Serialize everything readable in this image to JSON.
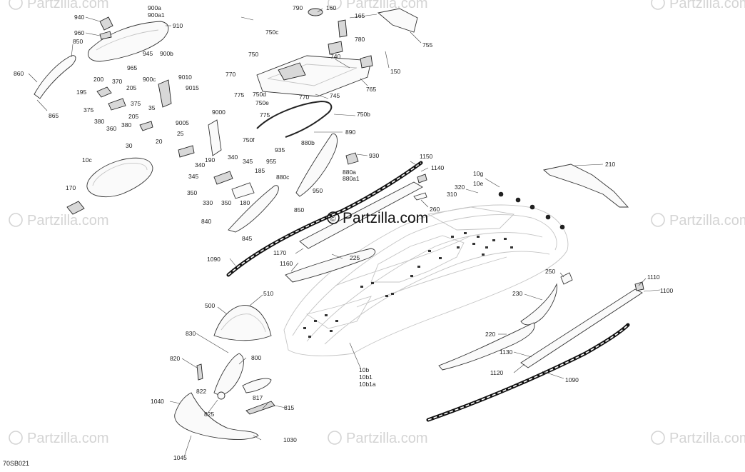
{
  "diagram_code": "70SB021",
  "brand_text": "Partzilla.com",
  "watermark_text": "Partzilla.com",
  "copyright_symbol": "©",
  "callouts": [
    {
      "id": "940",
      "text": "940"
    },
    {
      "id": "900a",
      "text": "900a"
    },
    {
      "id": "900a1",
      "text": "900a1"
    },
    {
      "id": "910",
      "text": "910"
    },
    {
      "id": "960",
      "text": "960"
    },
    {
      "id": "850",
      "text": "850"
    },
    {
      "id": "945",
      "text": "945"
    },
    {
      "id": "900b",
      "text": "900b"
    },
    {
      "id": "965",
      "text": "965"
    },
    {
      "id": "900c",
      "text": "900c"
    },
    {
      "id": "860",
      "text": "860"
    },
    {
      "id": "865",
      "text": "865"
    },
    {
      "id": "200",
      "text": "200"
    },
    {
      "id": "370",
      "text": "370"
    },
    {
      "id": "205a",
      "text": "205"
    },
    {
      "id": "195",
      "text": "195"
    },
    {
      "id": "375a",
      "text": "375"
    },
    {
      "id": "375b",
      "text": "375"
    },
    {
      "id": "205b",
      "text": "205"
    },
    {
      "id": "380a",
      "text": "380"
    },
    {
      "id": "360",
      "text": "360"
    },
    {
      "id": "380b",
      "text": "380"
    },
    {
      "id": "35",
      "text": "35"
    },
    {
      "id": "30",
      "text": "30"
    },
    {
      "id": "9010",
      "text": "9010"
    },
    {
      "id": "9015",
      "text": "9015"
    },
    {
      "id": "790",
      "text": "790"
    },
    {
      "id": "160",
      "text": "160"
    },
    {
      "id": "165",
      "text": "165"
    },
    {
      "id": "750c",
      "text": "750c"
    },
    {
      "id": "755",
      "text": "755"
    },
    {
      "id": "780",
      "text": "780"
    },
    {
      "id": "750",
      "text": "750"
    },
    {
      "id": "740",
      "text": "740"
    },
    {
      "id": "150",
      "text": "150"
    },
    {
      "id": "770a",
      "text": "770"
    },
    {
      "id": "775a",
      "text": "775"
    },
    {
      "id": "765",
      "text": "765"
    },
    {
      "id": "750d",
      "text": "750d"
    },
    {
      "id": "770b",
      "text": "770"
    },
    {
      "id": "745",
      "text": "745"
    },
    {
      "id": "750e",
      "text": "750e"
    },
    {
      "id": "775b",
      "text": "775"
    },
    {
      "id": "750b",
      "text": "750b"
    },
    {
      "id": "9000",
      "text": "9000"
    },
    {
      "id": "9005",
      "text": "9005"
    },
    {
      "id": "750f",
      "text": "750f"
    },
    {
      "id": "890",
      "text": "890"
    },
    {
      "id": "25",
      "text": "25"
    },
    {
      "id": "880b",
      "text": "880b"
    },
    {
      "id": "20",
      "text": "20"
    },
    {
      "id": "935",
      "text": "935"
    },
    {
      "id": "930",
      "text": "930"
    },
    {
      "id": "10c",
      "text": "10c"
    },
    {
      "id": "190",
      "text": "190"
    },
    {
      "id": "340a",
      "text": "340"
    },
    {
      "id": "340b",
      "text": "340"
    },
    {
      "id": "345a",
      "text": "345"
    },
    {
      "id": "955",
      "text": "955"
    },
    {
      "id": "880a",
      "text": "880a"
    },
    {
      "id": "880a1",
      "text": "880a1"
    },
    {
      "id": "1150",
      "text": "1150"
    },
    {
      "id": "1140",
      "text": "1140"
    },
    {
      "id": "210",
      "text": "210"
    },
    {
      "id": "345b",
      "text": "345"
    },
    {
      "id": "185",
      "text": "185"
    },
    {
      "id": "880c",
      "text": "880c"
    },
    {
      "id": "950",
      "text": "950"
    },
    {
      "id": "10g",
      "text": "10g"
    },
    {
      "id": "10e",
      "text": "10e"
    },
    {
      "id": "320",
      "text": "320"
    },
    {
      "id": "310",
      "text": "310"
    },
    {
      "id": "170",
      "text": "170"
    },
    {
      "id": "350a",
      "text": "350"
    },
    {
      "id": "330",
      "text": "330"
    },
    {
      "id": "350b",
      "text": "350"
    },
    {
      "id": "180",
      "text": "180"
    },
    {
      "id": "850b",
      "text": "850"
    },
    {
      "id": "260",
      "text": "260"
    },
    {
      "id": "840",
      "text": "840"
    },
    {
      "id": "845",
      "text": "845"
    },
    {
      "id": "1170",
      "text": "1170"
    },
    {
      "id": "225",
      "text": "225"
    },
    {
      "id": "1090a",
      "text": "1090"
    },
    {
      "id": "1160",
      "text": "1160"
    },
    {
      "id": "250",
      "text": "250"
    },
    {
      "id": "1110",
      "text": "1110"
    },
    {
      "id": "1100",
      "text": "1100"
    },
    {
      "id": "230",
      "text": "230"
    },
    {
      "id": "510",
      "text": "510"
    },
    {
      "id": "500",
      "text": "500"
    },
    {
      "id": "830",
      "text": "830"
    },
    {
      "id": "220",
      "text": "220"
    },
    {
      "id": "800",
      "text": "800"
    },
    {
      "id": "820",
      "text": "820"
    },
    {
      "id": "1130",
      "text": "1130"
    },
    {
      "id": "10b",
      "text": "10b"
    },
    {
      "id": "10b1",
      "text": "10b1"
    },
    {
      "id": "10b1a",
      "text": "10b1a"
    },
    {
      "id": "1120",
      "text": "1120"
    },
    {
      "id": "1090b",
      "text": "1090"
    },
    {
      "id": "822",
      "text": "822"
    },
    {
      "id": "1040",
      "text": "1040"
    },
    {
      "id": "817",
      "text": "817"
    },
    {
      "id": "815",
      "text": "815"
    },
    {
      "id": "825",
      "text": "825"
    },
    {
      "id": "1030",
      "text": "1030"
    },
    {
      "id": "1045",
      "text": "1045"
    }
  ]
}
